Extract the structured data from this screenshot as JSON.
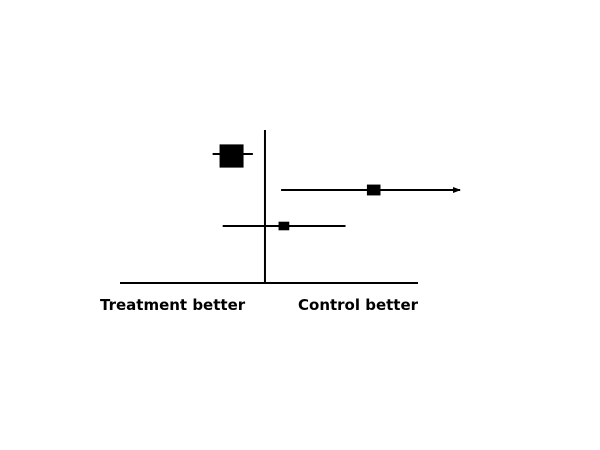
{
  "chart_data": {
    "type": "forest",
    "title": "",
    "xlabel": "",
    "ylabel": "",
    "xlim": [
      -3.6,
      3.8
    ],
    "null_value": 0,
    "grid": false,
    "legend": "none",
    "direction_labels": {
      "left": "Treatment better",
      "right": "Control better"
    },
    "studies": [
      {
        "point": -0.83,
        "lower": -1.3,
        "upper": -0.3,
        "weight": 1.0,
        "arrow_lower": false,
        "arrow_upper": false
      },
      {
        "point": 2.7,
        "lower": 0.4,
        "upper": 4.8,
        "weight": 0.32,
        "arrow_lower": false,
        "arrow_upper": true
      },
      {
        "point": 0.47,
        "lower": -1.05,
        "upper": 2.0,
        "weight": 0.2,
        "arrow_lower": false,
        "arrow_upper": false
      }
    ],
    "colors": {
      "ink": "#000000",
      "background": "#ffffff"
    }
  }
}
